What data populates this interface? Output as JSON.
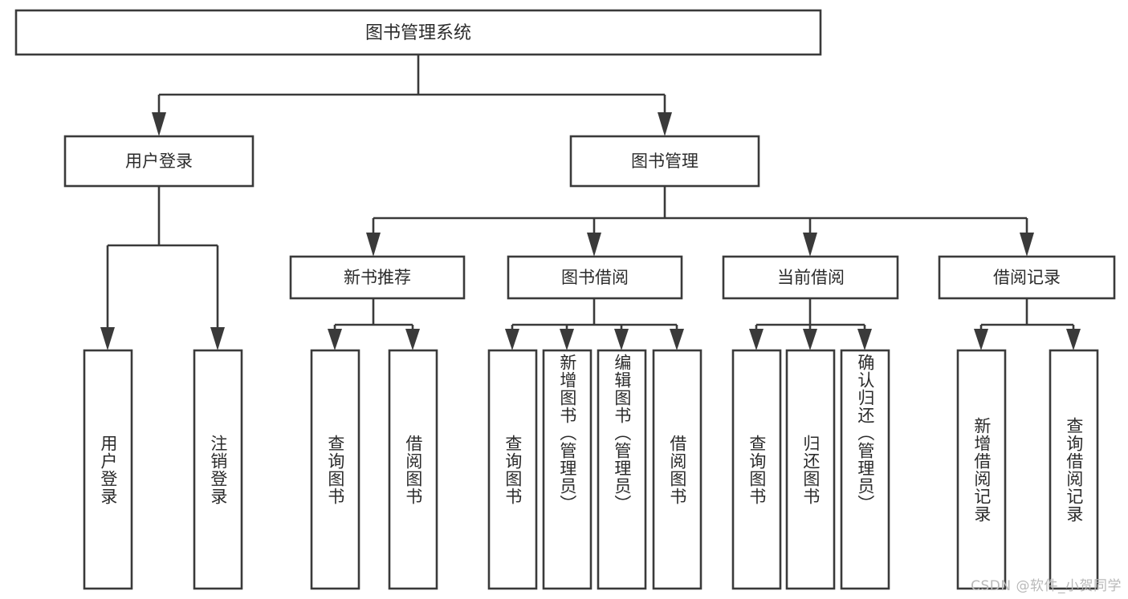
{
  "diagram": {
    "type": "tree-hierarchy-diagram",
    "orientation": "top-down",
    "background_color": "#ffffff",
    "box_stroke_color": "#3a3a3a",
    "text_color": "#2b2b2b",
    "root": {
      "label": "图书管理系统"
    },
    "level1": [
      {
        "label": "用户登录"
      },
      {
        "label": "图书管理"
      }
    ],
    "level2": [
      {
        "label": "新书推荐"
      },
      {
        "label": "图书借阅"
      },
      {
        "label": "当前借阅"
      },
      {
        "label": "借阅记录"
      }
    ],
    "leaves": {
      "user_login": [
        {
          "label": "用户登录"
        },
        {
          "label": "注销登录"
        }
      ],
      "new_book_recommend": [
        {
          "label": "查询图书"
        },
        {
          "label": "借阅图书"
        }
      ],
      "book_borrow": [
        {
          "label": "查询图书"
        },
        {
          "label": "新增图书（管理员）"
        },
        {
          "label": "编辑图书（管理员）"
        },
        {
          "label": "借阅图书"
        }
      ],
      "current_borrow": [
        {
          "label": "查询图书"
        },
        {
          "label": "归还图书"
        },
        {
          "label": "确认归还（管理员）"
        }
      ],
      "borrow_record": [
        {
          "label": "新增借阅记录"
        },
        {
          "label": "查询借阅记录"
        }
      ]
    }
  },
  "watermark": {
    "text": "CSDN @软件_小贺同学"
  }
}
